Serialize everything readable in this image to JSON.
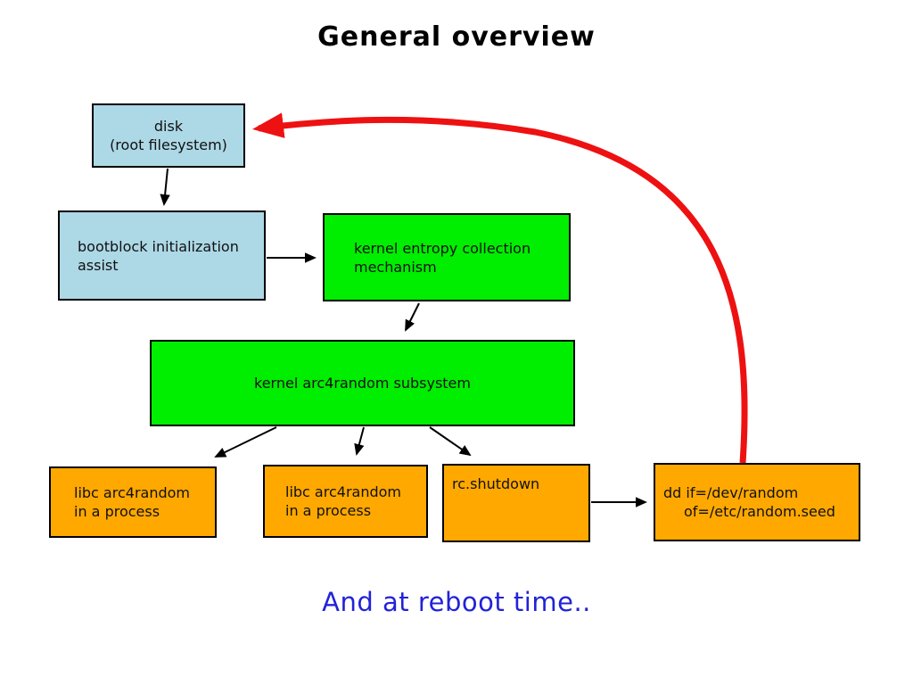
{
  "title": "General overview",
  "footer": "And at reboot time..",
  "colors": {
    "box-blue": "#ADD8E6",
    "box-green": "#00EE00",
    "box-orange": "#FFA800",
    "arrow-red": "#EE1111",
    "arrow-black": "#000000",
    "footer-blue": "#2222D8",
    "border": "#000000",
    "background": "#FFFFFF"
  },
  "nodes": {
    "disk": {
      "line1": "disk",
      "line2": "(root filesystem)"
    },
    "bootblock": {
      "line1": "bootblock initialization",
      "line2": "assist"
    },
    "entropy": {
      "line1": "kernel entropy collection",
      "line2": "mechanism"
    },
    "arc4": {
      "label": "kernel arc4random subsystem"
    },
    "libc1": {
      "line1": "libc arc4random",
      "line2": "in a process"
    },
    "libc2": {
      "line1": "libc arc4random",
      "line2": "in a process"
    },
    "rcshutdown": {
      "label": "rc.shutdown"
    },
    "dd": {
      "line1": "dd if=/dev/random",
      "line2": "of=/etc/random.seed"
    }
  }
}
